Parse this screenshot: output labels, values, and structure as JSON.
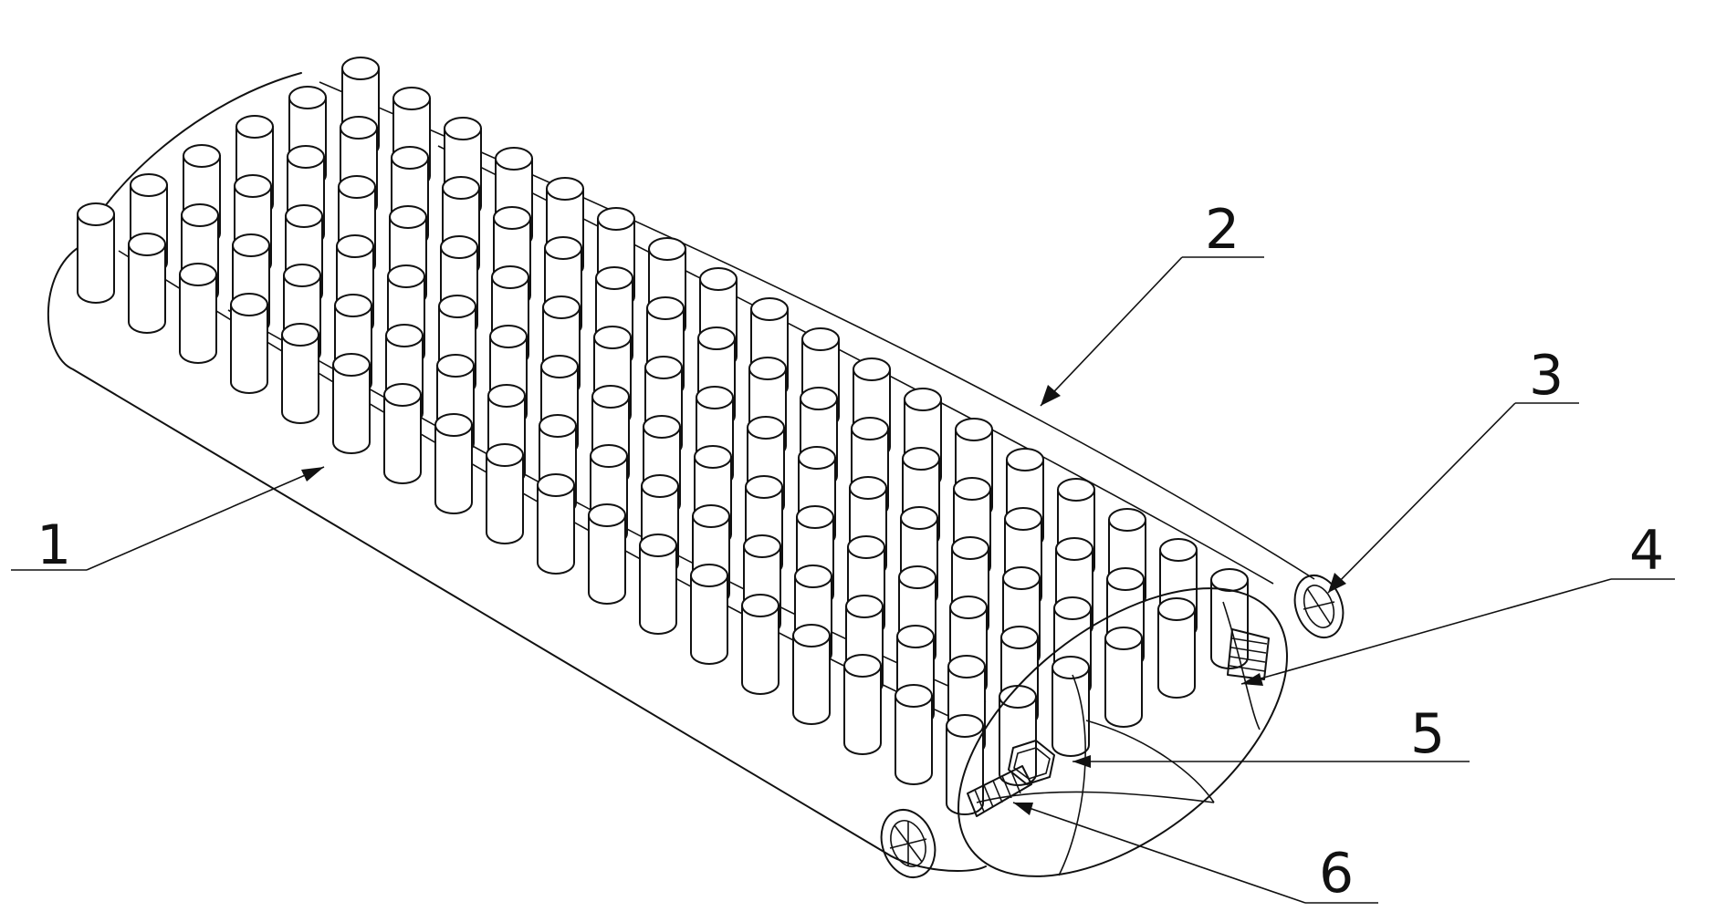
{
  "figure": {
    "labels": {
      "label_1": "1",
      "label_2": "2",
      "label_3": "3",
      "label_4": "4",
      "label_5": "5",
      "label_6": "6"
    }
  },
  "colors": {
    "line": "#111111",
    "background": "#ffffff"
  }
}
